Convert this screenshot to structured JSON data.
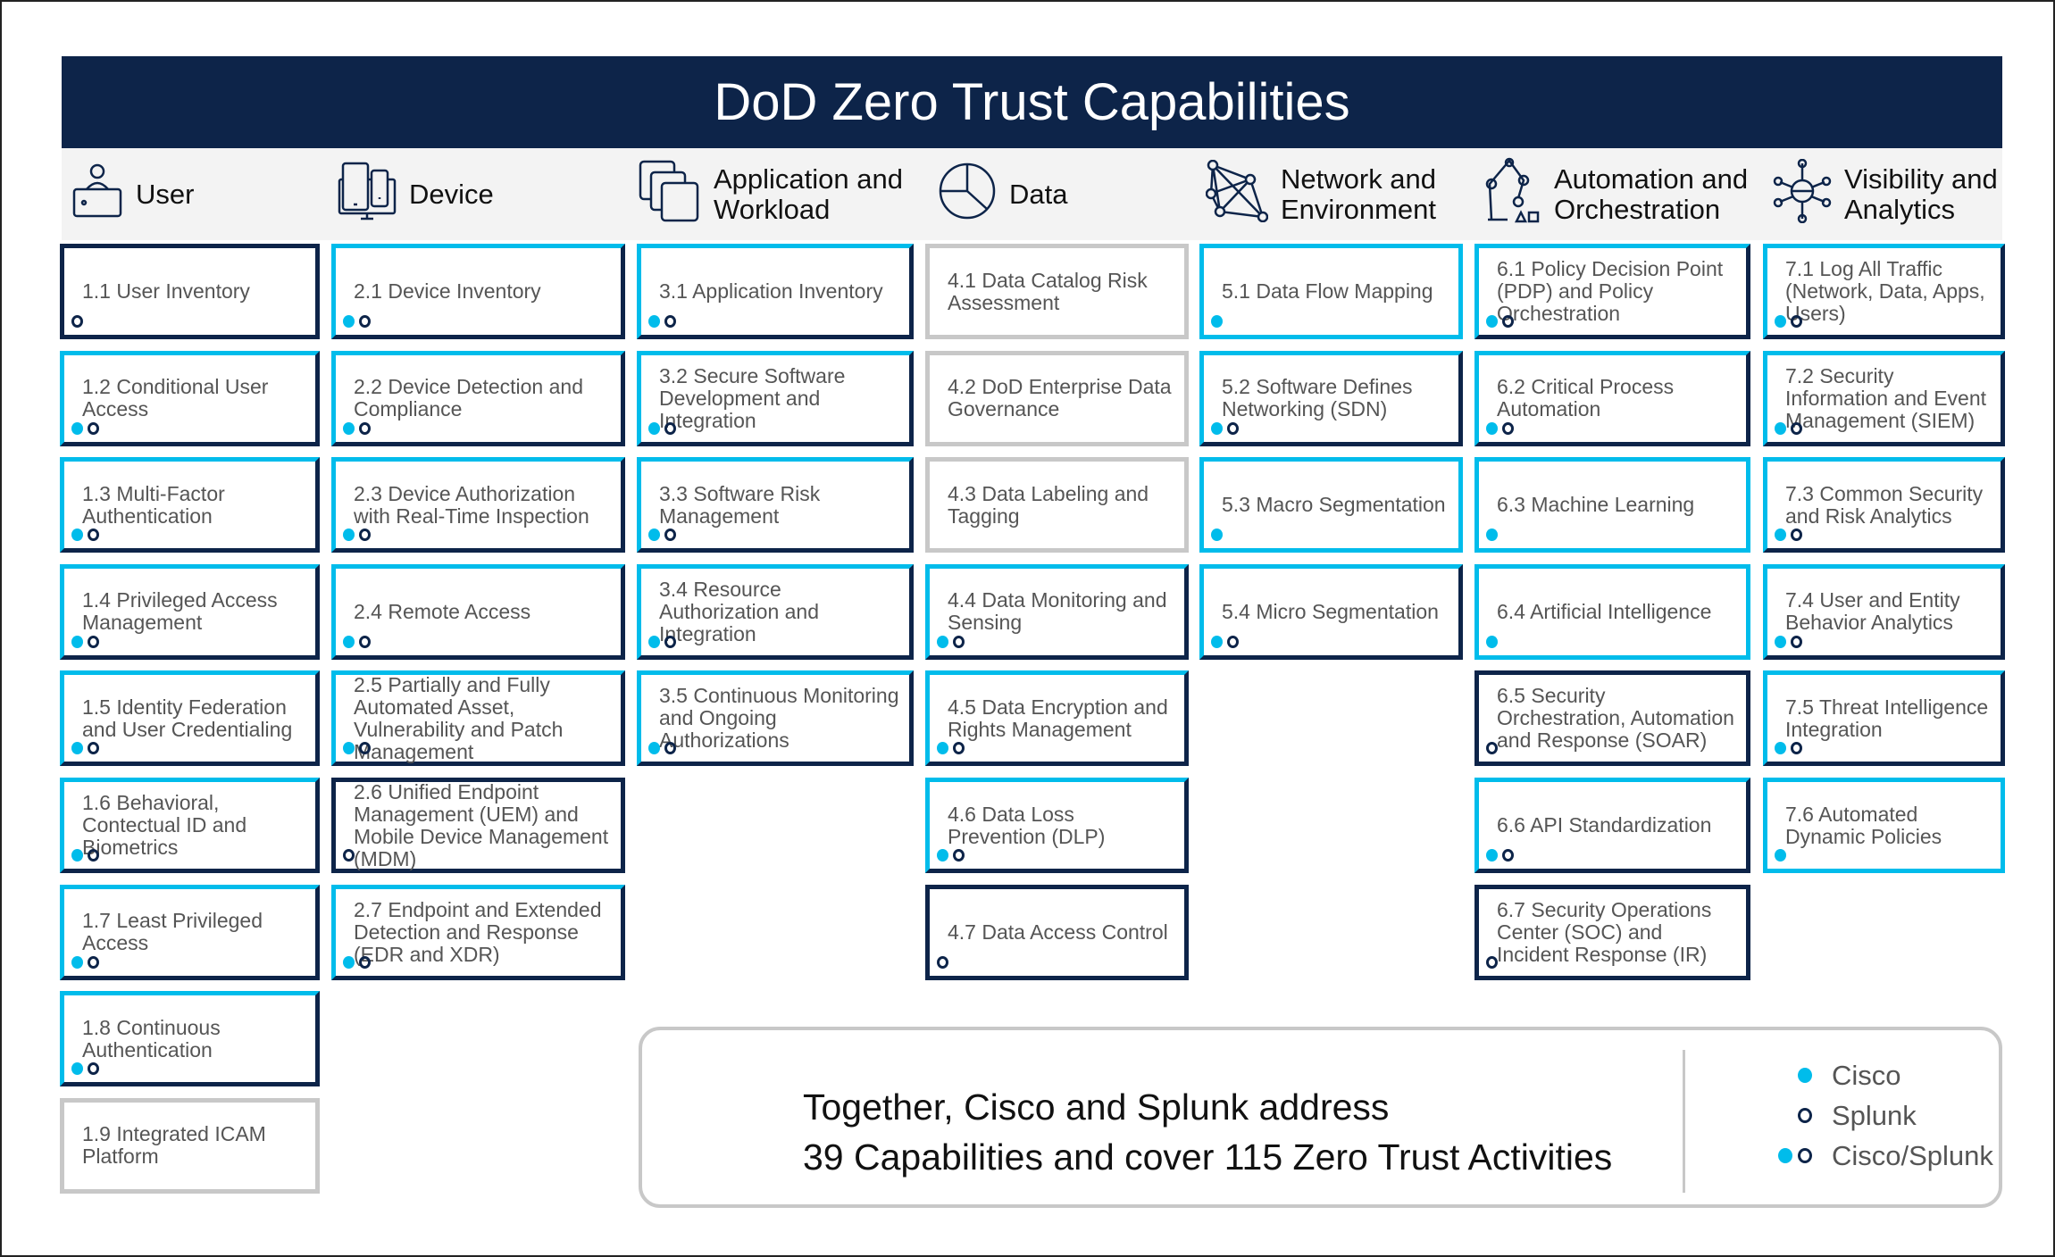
{
  "title": "DoD Zero Trust Capabilities",
  "colors": {
    "navy": "#0d2449",
    "cisco": "#00bceb",
    "none": "#c8c8c8"
  },
  "columns": [
    {
      "title": "User",
      "icon": "user-laptop-icon",
      "items": [
        {
          "label": "1.1 User Inventory",
          "vendor": "splunk"
        },
        {
          "label": "1.2 Conditional User Access",
          "vendor": "both"
        },
        {
          "label": "1.3 Multi-Factor Authentication",
          "vendor": "both"
        },
        {
          "label": "1.4 Privileged Access Management",
          "vendor": "both"
        },
        {
          "label": "1.5 Identity Federation and User Credentialing",
          "vendor": "both"
        },
        {
          "label": "1.6 Behavioral, Contectual ID and Biometrics",
          "vendor": "both"
        },
        {
          "label": "1.7 Least Privileged Access",
          "vendor": "both"
        },
        {
          "label": "1.8 Continuous Authentication",
          "vendor": "both"
        },
        {
          "label": "1.9 Integrated ICAM Platform",
          "vendor": "none"
        }
      ]
    },
    {
      "title": "Device",
      "icon": "devices-icon",
      "items": [
        {
          "label": "2.1 Device Inventory",
          "vendor": "both"
        },
        {
          "label": "2.2 Device Detection and Compliance",
          "vendor": "both"
        },
        {
          "label": "2.3 Device Authorization with Real-Time Inspection",
          "vendor": "both"
        },
        {
          "label": "2.4 Remote Access",
          "vendor": "both"
        },
        {
          "label": "2.5 Partially and Fully Automated Asset, Vulnerability and Patch Management",
          "vendor": "both"
        },
        {
          "label": "2.6 Unified Endpoint Management (UEM) and Mobile Device Management (MDM)",
          "vendor": "splunk"
        },
        {
          "label": "2.7 Endpoint and Extended Detection and Response (EDR and XDR)",
          "vendor": "both"
        }
      ]
    },
    {
      "title": "Application and Workload",
      "icon": "app-windows-icon",
      "items": [
        {
          "label": "3.1 Application Inventory",
          "vendor": "both"
        },
        {
          "label": "3.2 Secure Software Development and Integration",
          "vendor": "both"
        },
        {
          "label": "3.3 Software Risk Management",
          "vendor": "both"
        },
        {
          "label": "3.4 Resource Authorization and Integration",
          "vendor": "both"
        },
        {
          "label": "3.5 Continuous Monitoring and Ongoing Authorizations",
          "vendor": "both"
        }
      ]
    },
    {
      "title": "Data",
      "icon": "pie-chart-icon",
      "items": [
        {
          "label": "4.1 Data Catalog Risk Assessment",
          "vendor": "none"
        },
        {
          "label": "4.2 DoD Enterprise Data Governance",
          "vendor": "none"
        },
        {
          "label": "4.3 Data Labeling and Tagging",
          "vendor": "none"
        },
        {
          "label": "4.4 Data Monitoring and Sensing",
          "vendor": "both"
        },
        {
          "label": "4.5 Data Encryption and Rights Management",
          "vendor": "both"
        },
        {
          "label": "4.6 Data Loss Prevention (DLP)",
          "vendor": "both"
        },
        {
          "label": "4.7 Data Access Control",
          "vendor": "splunk"
        }
      ]
    },
    {
      "title": "Network and Environment",
      "icon": "network-icon",
      "items": [
        {
          "label": "5.1 Data Flow Mapping",
          "vendor": "cisco"
        },
        {
          "label": "5.2 Software Defines Networking (SDN)",
          "vendor": "both"
        },
        {
          "label": "5.3 Macro Segmentation",
          "vendor": "cisco"
        },
        {
          "label": "5.4 Micro Segmentation",
          "vendor": "both"
        }
      ]
    },
    {
      "title": "Automation and Orchestration",
      "icon": "robot-arm-icon",
      "items": [
        {
          "label": "6.1 Policy Decision Point (PDP) and Policy Orchestration",
          "vendor": "both"
        },
        {
          "label": "6.2 Critical Process Automation",
          "vendor": "both"
        },
        {
          "label": "6.3 Machine Learning",
          "vendor": "cisco"
        },
        {
          "label": "6.4 Artificial Intelligence",
          "vendor": "cisco"
        },
        {
          "label": "6.5 Security Orchestration, Automation and Response (SOAR)",
          "vendor": "splunk"
        },
        {
          "label": "6.6 API Standardization",
          "vendor": "both"
        },
        {
          "label": "6.7 Security Operations Center (SOC) and Incident Response (IR)",
          "vendor": "splunk"
        }
      ]
    },
    {
      "title": "Visibility and Analytics",
      "icon": "analytics-hub-icon",
      "items": [
        {
          "label": "7.1 Log All Traffic (Network, Data, Apps, Users)",
          "vendor": "both"
        },
        {
          "label": "7.2 Security Information and Event Management (SIEM)",
          "vendor": "both"
        },
        {
          "label": "7.3 Common Security and Risk Analytics",
          "vendor": "both"
        },
        {
          "label": "7.4 User and Entity Behavior Analytics",
          "vendor": "both"
        },
        {
          "label": "7.5 Threat Intelligence Integration",
          "vendor": "both"
        },
        {
          "label": "7.6 Automated Dynamic Policies",
          "vendor": "cisco"
        }
      ]
    }
  ],
  "summary": {
    "line1": "Together, Cisco and Splunk address",
    "line2": "39 Capabilities and cover 115 Zero Trust Activities"
  },
  "legend": [
    {
      "label": "Cisco",
      "vendor": "cisco"
    },
    {
      "label": "Splunk",
      "vendor": "splunk"
    },
    {
      "label": "Cisco/Splunk",
      "vendor": "both"
    }
  ]
}
